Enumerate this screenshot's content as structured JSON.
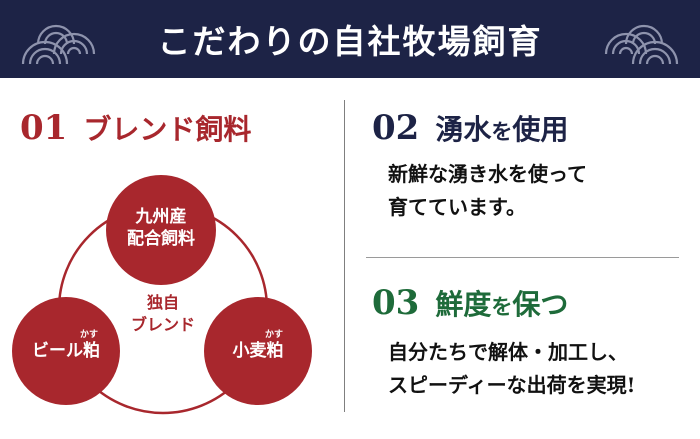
{
  "banner": {
    "title": "こだわりの自社牧場飼育",
    "background": "#1d2346",
    "ornament_icon": "seigaiha-wave-icon"
  },
  "sections": [
    {
      "number": "01",
      "title": "ブレンド飼料",
      "color": "#a8272d"
    },
    {
      "number": "02",
      "title_part1": "湧水",
      "title_particle": "を",
      "title_part2": "使用",
      "color": "#1d2346",
      "body": [
        "新鮮な湧き水を使って",
        "育てています。"
      ]
    },
    {
      "number": "03",
      "title_part1": "鮮度",
      "title_particle": "を",
      "title_part2": "保つ",
      "color": "#1e6b3a",
      "body": [
        "自分たちで解体・加工し、",
        "スピーディーな出荷を実現!"
      ]
    }
  ],
  "diagram": {
    "center": [
      "独自",
      "ブレンド"
    ],
    "top": [
      "九州産",
      "配合飼料"
    ],
    "left": {
      "label": "ビール粕",
      "ruby": "かす"
    },
    "right": {
      "label": "小麦粕",
      "ruby": "かす"
    },
    "circle_color": "#a8272d"
  }
}
